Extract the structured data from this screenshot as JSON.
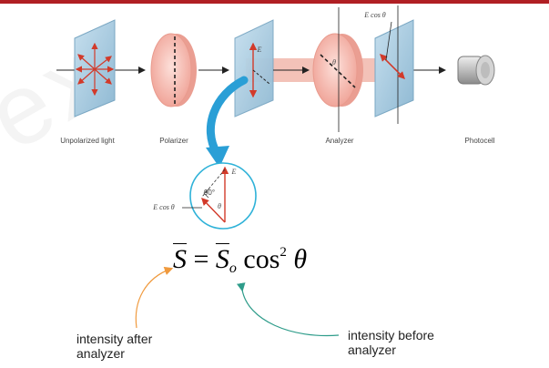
{
  "labels": {
    "unpolarized": "Unpolarized light",
    "polarizer": "Polarizer",
    "analyzer": "Analyzer",
    "photocell": "Photocell",
    "e_cos_theta_top": "E cos θ",
    "e_top": "E",
    "theta_small": "θ",
    "inset_e": "E",
    "inset_angle": "90°",
    "inset_theta": "θ",
    "inset_e_cos_theta": "E cos θ"
  },
  "formula": {
    "lhs": "S",
    "equals": " = ",
    "rhs_s": "S",
    "rhs_sub": "o",
    "cos": " cos",
    "power": "2",
    "theta": " θ"
  },
  "notes": {
    "after": "intensity after analyzer",
    "before": "intensity before analyzer"
  },
  "colors": {
    "accent_rule": "#b01f24",
    "arrow_blue": "#2a9fd6",
    "vector_red": "#d23a2a",
    "lens_pink": "#f4b3a8",
    "plate_blue": "#a8cbe0",
    "curve_orange": "#f09a3e",
    "curve_teal": "#2e9c8a"
  }
}
